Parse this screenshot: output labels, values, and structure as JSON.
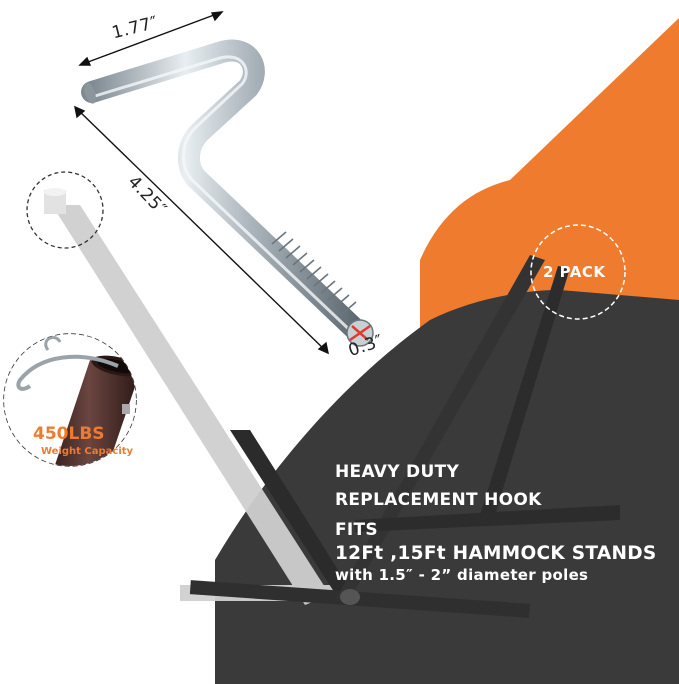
{
  "dimensions": {
    "length": "1.77″",
    "height": "4.25″",
    "diameter": "0.3″"
  },
  "weight_badge": {
    "value": "450LBS",
    "label": "Weight Capacity"
  },
  "pack_label": "2 PACK",
  "headline": {
    "line1": "HEAVY DUTY",
    "line2": "REPLACEMENT HOOK",
    "line3": "FITS",
    "line4": "12Ft ,15Ft HAMMOCK STANDS",
    "line5": "with 1.5″ - 2” diameter poles"
  },
  "colors": {
    "orange": "#ef7b2e",
    "dark": "#3a3a3a",
    "steel": "#b9c2c8"
  }
}
